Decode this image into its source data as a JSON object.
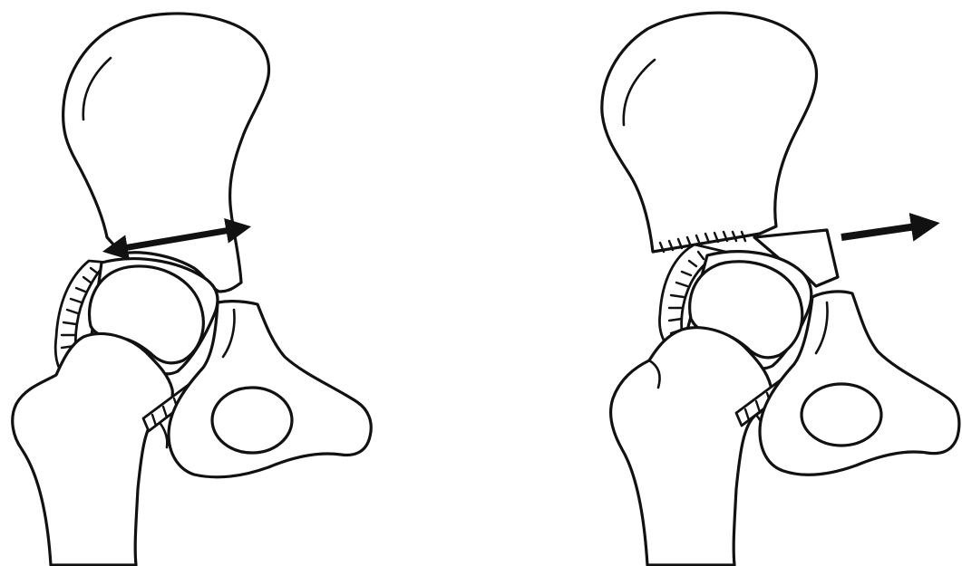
{
  "figure": {
    "panels": [
      {
        "id": "left",
        "arrow": "double-headed"
      },
      {
        "id": "right",
        "arrow": "single-headed-right"
      }
    ],
    "colors": {
      "ink": "#111111",
      "paper": "#ffffff"
    }
  }
}
